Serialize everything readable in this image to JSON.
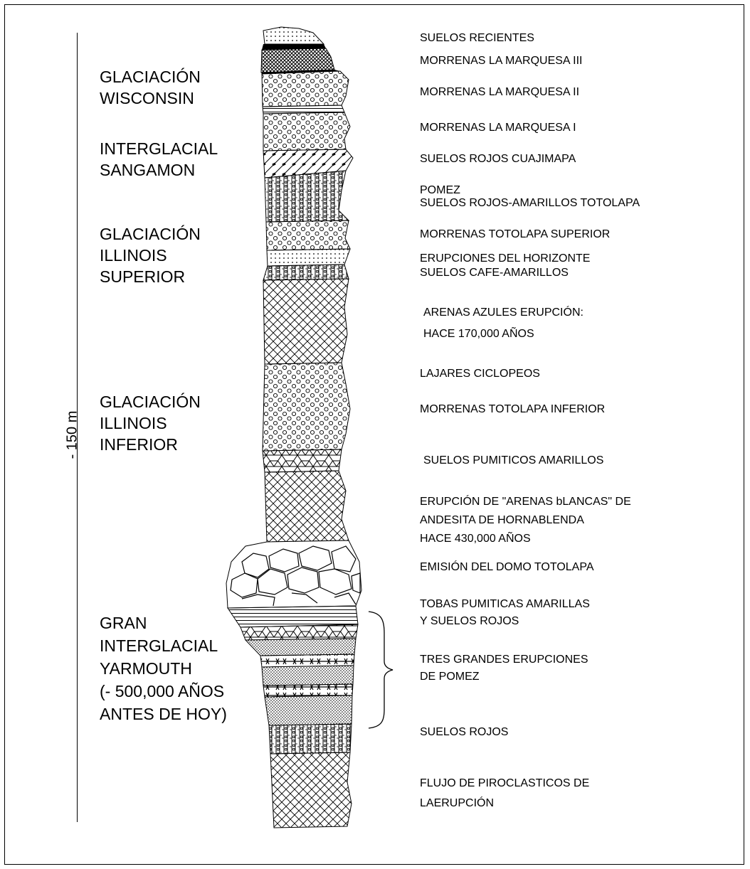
{
  "scale_label": "- 150 m",
  "periods": [
    {
      "lines": [
        "GLACIACIÓN",
        "WISCONSIN"
      ]
    },
    {
      "lines": [
        "INTERGLACIAL",
        "SANGAMON"
      ]
    },
    {
      "lines": [
        "GLACIACIÓN",
        "ILLINOIS",
        "SUPERIOR"
      ]
    },
    {
      "lines": [
        "GLACIACIÓN",
        "ILLINOIS",
        "INFERIOR"
      ]
    },
    {
      "lines": [
        "GRAN",
        "INTERGLACIAL",
        "YARMOUTH",
        "(- 500,000 AÑOS",
        "ANTES DE HOY)"
      ]
    }
  ],
  "layers": [
    "SUELOS RECIENTES",
    "MORRENAS LA MARQUESA III",
    "MORRENAS LA MARQUESA II",
    "MORRENAS LA MARQUESA I",
    "SUELOS ROJOS CUAJIMAPA",
    "POMEZ",
    "SUELOS ROJOS-AMARILLOS  TOTOLAPA",
    "MORRENAS TOTOLAPA SUPERIOR",
    "ERUPCIONES DEL HORIZONTE",
    "SUELOS CAFE-AMARILLOS",
    "ARENAS AZULES ERUPCIÓN:",
    "HACE 170,000 AÑOS",
    "LAJARES CICLOPEOS",
    "MORRENAS TOTOLAPA INFERIOR",
    "SUELOS PUMITICOS AMARILLOS",
    "ERUPCIÓN DE \"ARENAS bLANCAS\" DE",
    "ANDESITA DE HORNABLENDA",
    "HACE 430,000 AÑOS",
    "EMISIÓN DEL DOMO TOTOLAPA",
    "TOBAS PUMITICAS AMARILLAS",
    " Y SUELOS ROJOS",
    "TRES GRANDES ERUPCIONES",
    " DE POMEZ",
    "SUELOS ROJOS",
    "FLUJO DE PIROCLASTICOS DE",
    "LAERUPCIÓN"
  ]
}
